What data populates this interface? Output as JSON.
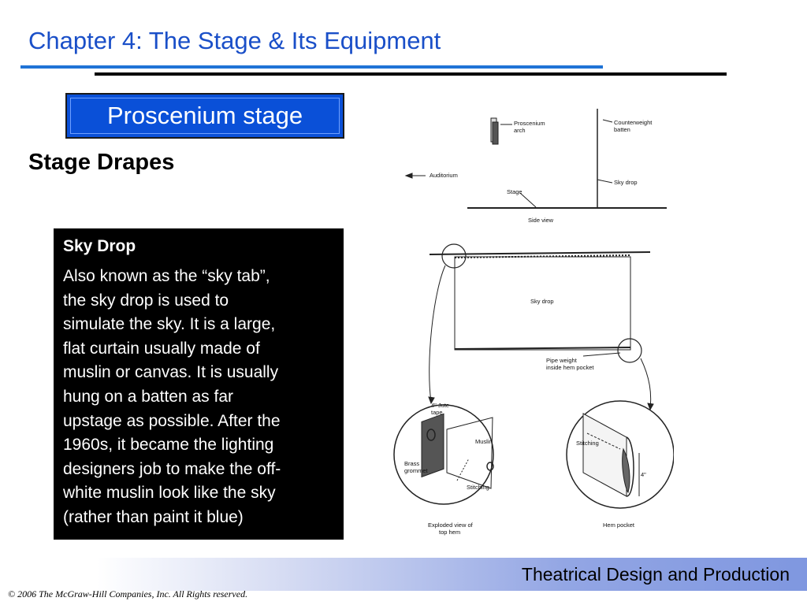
{
  "header": {
    "title": "Chapter 4:  The Stage & Its Equipment",
    "subtitle_box": "Proscenium stage",
    "section_heading": "Stage Drapes"
  },
  "content": {
    "box_title": "Sky Drop",
    "paragraph_lines": [
      "Also known as the “sky tab”,",
      "the sky drop is used to",
      "simulate the sky.  It is a large,",
      "flat curtain usually made of",
      "muslin or canvas.  It is usually",
      "hung on a batten as far",
      "upstage as possible.  After the",
      "1960s, it became the lighting",
      "designers job to make the off-",
      "white muslin look like the sky",
      "(rather than paint it blue)"
    ]
  },
  "diagram": {
    "side_view": {
      "proscenium_arch": [
        "Proscenium",
        "arch"
      ],
      "counterweight_batten": [
        "Counterweight",
        "batten"
      ],
      "auditorium": "Auditorium",
      "stage": "Stage",
      "sky_drop": "Sky drop",
      "caption": "Side view"
    },
    "front_view": {
      "sky_drop": "Sky drop",
      "pipe_weight": [
        "Pipe weight",
        "inside hem pocket"
      ]
    },
    "detail_left": {
      "jute_tape": [
        "4\" Jute",
        "tape"
      ],
      "muslin": "Muslin",
      "brass_grommet": [
        "Brass",
        "grommet"
      ],
      "stitching": "Stitching",
      "caption": [
        "Exploded view of",
        "top hem"
      ]
    },
    "detail_right": {
      "stitching": "Stitching",
      "measure": "4\"",
      "caption": "Hem pocket"
    }
  },
  "footer": {
    "course": "Theatrical Design and Production",
    "copyright": "© 2006 The McGraw-Hill Companies, Inc. All Rights reserved."
  },
  "colors": {
    "title_blue": "#1a4fc8",
    "subtitle_box_blue": "#0a50d8",
    "rule_blue": "#1f73d6"
  }
}
